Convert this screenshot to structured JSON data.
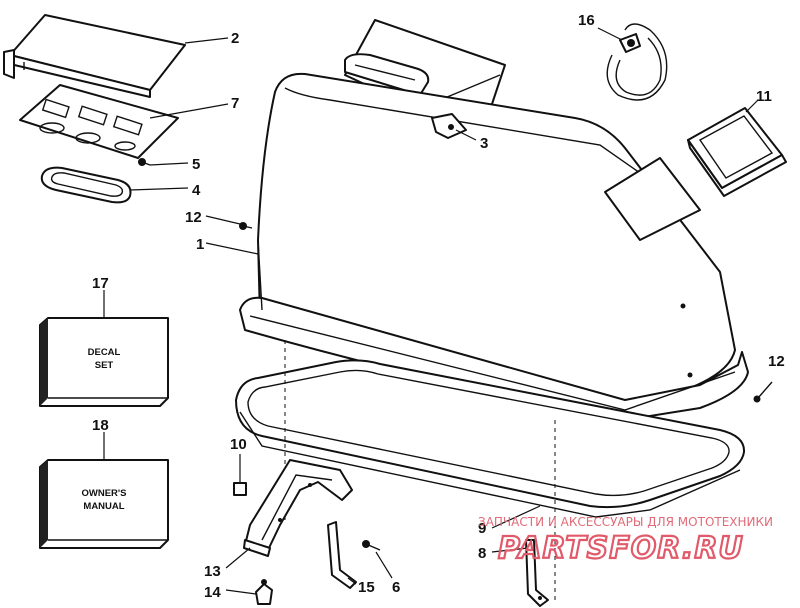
{
  "callouts": {
    "c1": "1",
    "c2": "2",
    "c3": "3",
    "c4": "4",
    "c5": "5",
    "c6": "6",
    "c7": "7",
    "c8": "8",
    "c9": "9",
    "c10": "10",
    "c11": "11",
    "c12a": "12",
    "c12b": "12",
    "c13": "13",
    "c14": "14",
    "c15": "15",
    "c16": "16",
    "c17": "17",
    "c18": "18"
  },
  "boxes": {
    "decal_line1": "DECAL",
    "decal_line2": "SET",
    "manual_line1": "OWNER'S",
    "manual_line2": "MANUAL"
  },
  "watermark": {
    "caption": "ЗАПЧАСТИ И АКСЕССУАРЫ ДЛЯ МОТОТЕХНИКИ",
    "logo": "PARTSFOR.RU"
  }
}
